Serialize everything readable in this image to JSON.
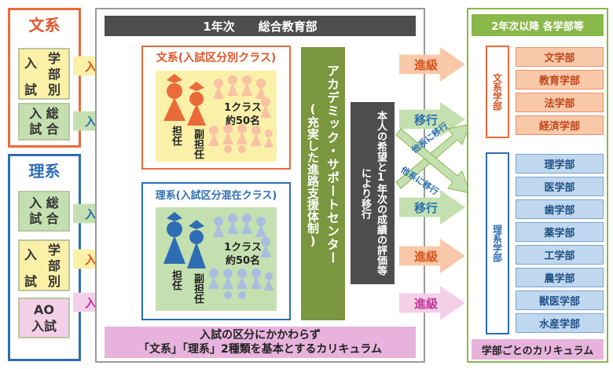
{
  "colors": {
    "humanities": "#ea6a3a",
    "science": "#2e6db4",
    "green": "#8bb84a",
    "pink": "#e7b3dc",
    "gray": "#4d4d4d",
    "yellow": "#fbf0a8"
  },
  "left": {
    "bunkei": {
      "title": "文系",
      "box1_line1": "学",
      "box1_line2": "部",
      "box1_line3": "別",
      "box1_side1": "入",
      "box1_side2": "試",
      "box2_top": "入 総",
      "box2_bottom": "試 合"
    },
    "rikei": {
      "title": "理系",
      "box1_top": "入 総",
      "box1_bottom": "試 合",
      "box2_line1": "学",
      "box2_line2": "部",
      "box2_line3": "別",
      "box2_side1": "入",
      "box2_side2": "試",
      "box3_top": "AO",
      "box3_bottom": "入試"
    }
  },
  "arrows": {
    "nyugaku": "入学",
    "shinkyu": "進級",
    "ikou": "移行",
    "tabunkei_ikou": "他系に移行"
  },
  "center": {
    "header": "1年次　　総合教育部",
    "bunkei_class_title": "文系(入試区分別クラス)",
    "rikei_class_title": "理系(入試区分混在クラス)",
    "class_size_1": "1クラス",
    "class_size_2": "約50名",
    "tannin": "担任",
    "fuku_tannin": "副担任",
    "academic_center": "アカデミック・サポートセンター",
    "academic_sub": "(充実した進路支援体制)",
    "transfer_note": "本人の希望と1年次の成績の評価等により移行",
    "footer_line1": "入試の区分にかかわらず",
    "footer_line2": "「文系」「理系」2種類を基本とするカリキュラム"
  },
  "right": {
    "header": "2年次以降 各学部等",
    "bunkei_label": "文系学部",
    "rikei_label": "理系学部",
    "bunkei_faculties": [
      "文学部",
      "教育学部",
      "法学部",
      "経済学部"
    ],
    "rikei_faculties": [
      "理学部",
      "医学部",
      "歯学部",
      "薬学部",
      "工学部",
      "農学部",
      "獣医学部",
      "水産学部"
    ],
    "footer": "学部ごとのカリキュラム"
  }
}
